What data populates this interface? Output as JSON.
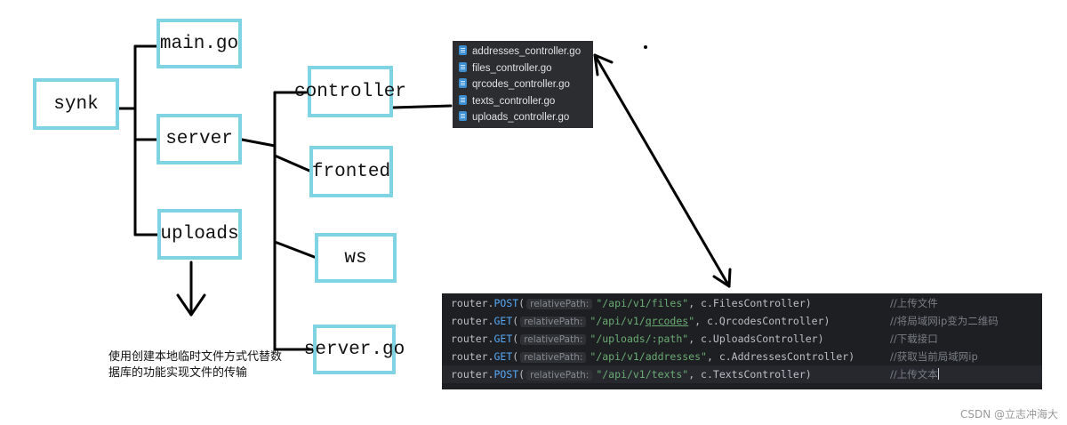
{
  "nodes": {
    "synk": "synk",
    "main_go": "main.go",
    "server": "server",
    "uploads": "uploads",
    "controller": "controller",
    "fronted": "fronted",
    "ws": "ws",
    "server_go": "server.go"
  },
  "files": [
    "addresses_controller.go",
    "files_controller.go",
    "qrcodes_controller.go",
    "texts_controller.go",
    "uploads_controller.go"
  ],
  "code": {
    "hint_label": "relativePath:",
    "lines": [
      {
        "prefix": "router.",
        "method": "POST",
        "path": "\"/api/v1/files\"",
        "handler": "c.FilesController",
        "comment": "//上传文件"
      },
      {
        "prefix": "router.",
        "method": "GET",
        "path_pre": "\"/api/v1/",
        "path_link": "qrcodes",
        "path_post": "\"",
        "handler": "c.QrcodesController",
        "comment": "//将局域网ip变为二维码"
      },
      {
        "prefix": "router.",
        "method": "GET",
        "path": "\"/uploads/:path\"",
        "handler": "c.UploadsController",
        "comment": "//下载接口"
      },
      {
        "prefix": "router.",
        "method": "GET",
        "path": "\"/api/v1/addresses\"",
        "handler": "c.AddressesController",
        "comment": "//获取当前局域网ip"
      },
      {
        "prefix": "router.",
        "method": "POST",
        "path": "\"/api/v1/texts\"",
        "handler": "c.TextsController",
        "comment": "//上传文本"
      }
    ]
  },
  "note": "使用创建本地临时文件方式代替数据库的功能实现文件的传输",
  "watermark": "CSDN @立志冲海大",
  "colors": {
    "box_border": "#7fd3e3",
    "panel_bg": "#2b2d30",
    "code_bg": "#1e1f22"
  }
}
